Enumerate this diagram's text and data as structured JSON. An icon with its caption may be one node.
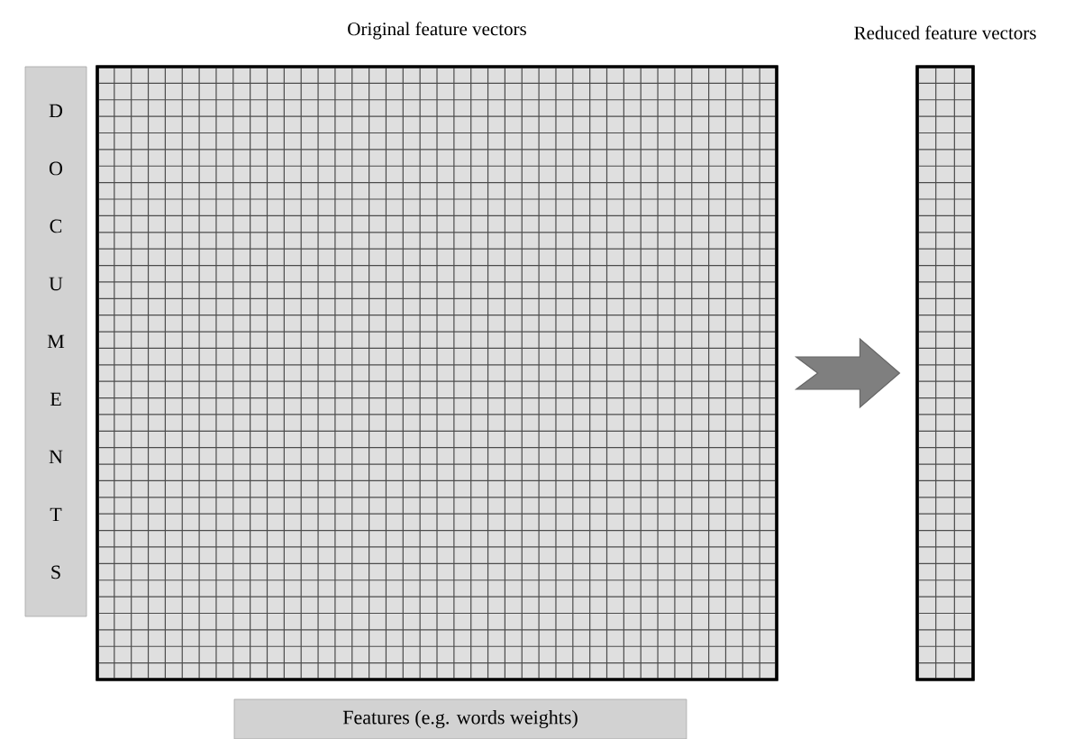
{
  "diagram": {
    "nodes": [
      {
        "text": [
          "D O C U M E N T S"
        ]
      },
      {
        "text": [
          "Original feature vectors"
        ]
      },
      {
        "text": [
          "Reduced feature vectors"
        ]
      },
      {
        "text": [
          "Features (e.g. words weights)"
        ]
      }
    ],
    "edges": [
      {
        "from": 1,
        "to": 2,
        "arrow": "to"
      }
    ]
  }
}
